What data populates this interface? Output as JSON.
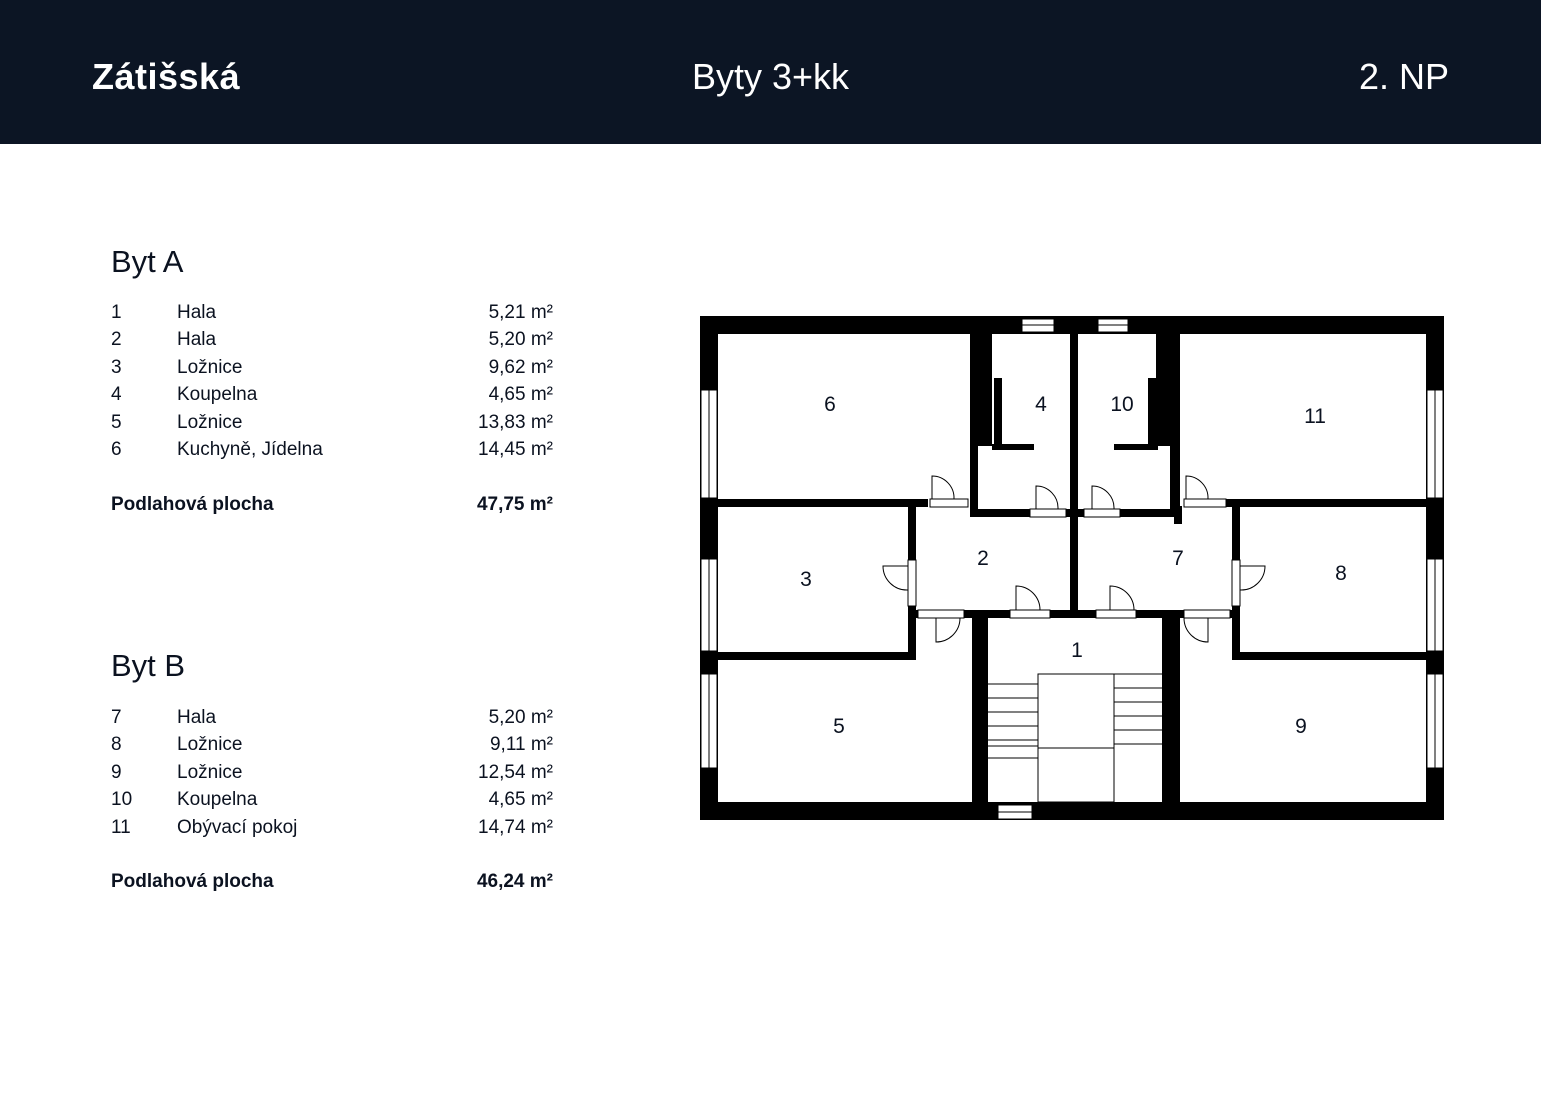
{
  "header": {
    "brand": "Zátišská",
    "subtitle": "Byty 3+kk",
    "floor": "2. NP"
  },
  "units": [
    {
      "title": "Byt A",
      "rooms": [
        {
          "num": "1",
          "name": "Hala",
          "area": "5,21 m²"
        },
        {
          "num": "2",
          "name": "Hala",
          "area": "5,20 m²"
        },
        {
          "num": "3",
          "name": "Ložnice",
          "area": "9,62 m²"
        },
        {
          "num": "4",
          "name": "Koupelna",
          "area": "4,65 m²"
        },
        {
          "num": "5",
          "name": "Ložnice",
          "area": "13,83 m²"
        },
        {
          "num": "6",
          "name": "Kuchyně, Jídelna",
          "area": "14,45 m²"
        }
      ],
      "total_label": "Podlahová plocha",
      "total_area": "47,75 m²"
    },
    {
      "title": "Byt B",
      "rooms": [
        {
          "num": "7",
          "name": "Hala",
          "area": "5,20 m²"
        },
        {
          "num": "8",
          "name": "Ložnice",
          "area": "9,11 m²"
        },
        {
          "num": "9",
          "name": "Ložnice",
          "area": "12,54 m²"
        },
        {
          "num": "10",
          "name": "Koupelna",
          "area": "4,65 m²"
        },
        {
          "num": "11",
          "name": "Obývací pokoj",
          "area": "14,74 m²"
        }
      ],
      "total_label": "Podlahová plocha",
      "total_area": "46,24 m²"
    }
  ],
  "plan": {
    "room_labels": [
      "1",
      "2",
      "3",
      "4",
      "5",
      "6",
      "7",
      "8",
      "9",
      "10",
      "11"
    ]
  }
}
